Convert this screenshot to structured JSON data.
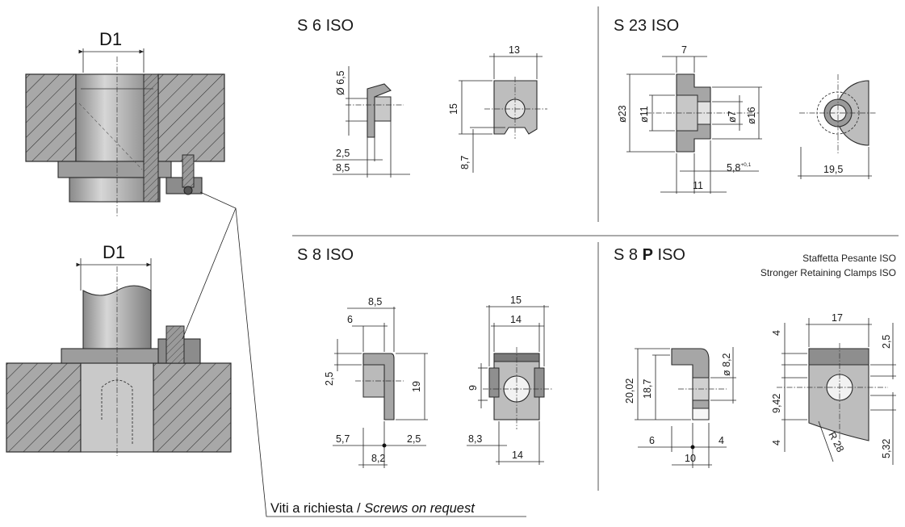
{
  "left": {
    "top_label": "D1",
    "bottom_label": "D1",
    "footnote_it": "Viti a richiesta / ",
    "footnote_en": "Screws on request"
  },
  "s6": {
    "title": "S 6 ISO",
    "dims": [
      "Ø 6,5",
      "2,5",
      "8,5",
      "13",
      "15",
      "8,7"
    ]
  },
  "s23": {
    "title": "S 23 ISO",
    "dims": [
      "7",
      "ø23",
      "ø11",
      "ø7",
      "ø16",
      "5,8",
      "+0,1",
      "11",
      "19,5"
    ]
  },
  "s8": {
    "title": "S 8 ISO",
    "dims": [
      "8,5",
      "6",
      "2,5",
      "19",
      "5,7",
      "2,5",
      "8,2",
      "15",
      "14",
      "9",
      "8,3",
      "14"
    ]
  },
  "s8p": {
    "title_pre": "S 8 ",
    "title_bold": "P",
    "title_post": " ISO",
    "note_it": "Staffetta Pesante ISO",
    "note_en": "Stronger Retaining Clamps ISO",
    "dims": [
      "20,02",
      "18,7",
      "ø 8,2",
      "6",
      "4",
      "10",
      "4",
      "17",
      "2,5",
      "9,42",
      "4",
      "R 28",
      "5,32"
    ]
  },
  "colors": {
    "part": "#a6a6a6",
    "part_light": "#bdbdbd",
    "line": "#2a2a2a"
  }
}
